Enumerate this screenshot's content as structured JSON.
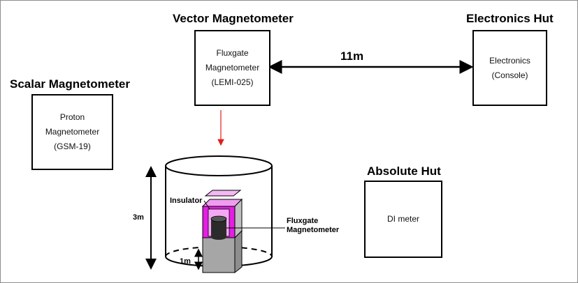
{
  "scalar": {
    "title": "Scalar Magnetometer",
    "line1": "Proton",
    "line2": "Magnetometer",
    "line3": "(GSM-19)"
  },
  "vector": {
    "title": "Vector Magnetometer",
    "line1": "Fluxgate",
    "line2": "Magnetometer",
    "line3": "(LEMI-025)"
  },
  "electronics": {
    "title": "Electronics Hut",
    "line1": "Electronics",
    "line2": "(Console)"
  },
  "distance_label": "11m",
  "absolute": {
    "title": "Absolute Hut",
    "box_label": "DI meter"
  },
  "installation": {
    "height_label": "3m",
    "pillar_label": "1m",
    "insulator_label": "Insulator",
    "sensor_label_line1": "Fluxgate",
    "sensor_label_line2": "Magnetometer"
  },
  "colors": {
    "link_arrow": "#e0201a",
    "insulator": "#e41ee4",
    "pillar": "#a6a6a6",
    "sensor": "#2b2b2b",
    "frame": "#8c8c8c"
  }
}
